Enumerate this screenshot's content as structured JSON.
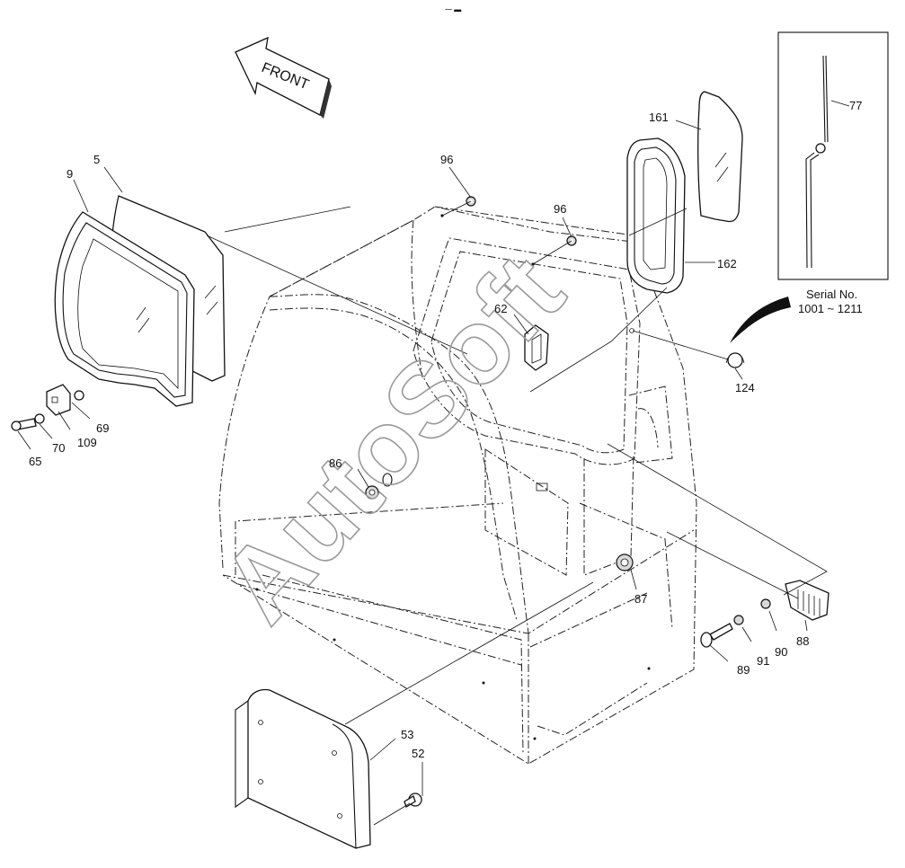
{
  "labels": {
    "front": "FRONT",
    "serial_title": "Serial No.",
    "serial_range": "1001 ~ 1211",
    "watermark": "AutoSoft",
    "header_mark": "⁓ ▬"
  },
  "callouts": {
    "p5": "5",
    "p9": "9",
    "p96a": "96",
    "p96b": "96",
    "p161": "161",
    "p162": "162",
    "p77": "77",
    "p62": "62",
    "p124": "124",
    "p69": "69",
    "p109": "109",
    "p70": "70",
    "p65": "65",
    "p86": "86",
    "p87": "87",
    "p88": "88",
    "p90": "90",
    "p91": "91",
    "p89": "89",
    "p53": "53",
    "p52": "52"
  }
}
